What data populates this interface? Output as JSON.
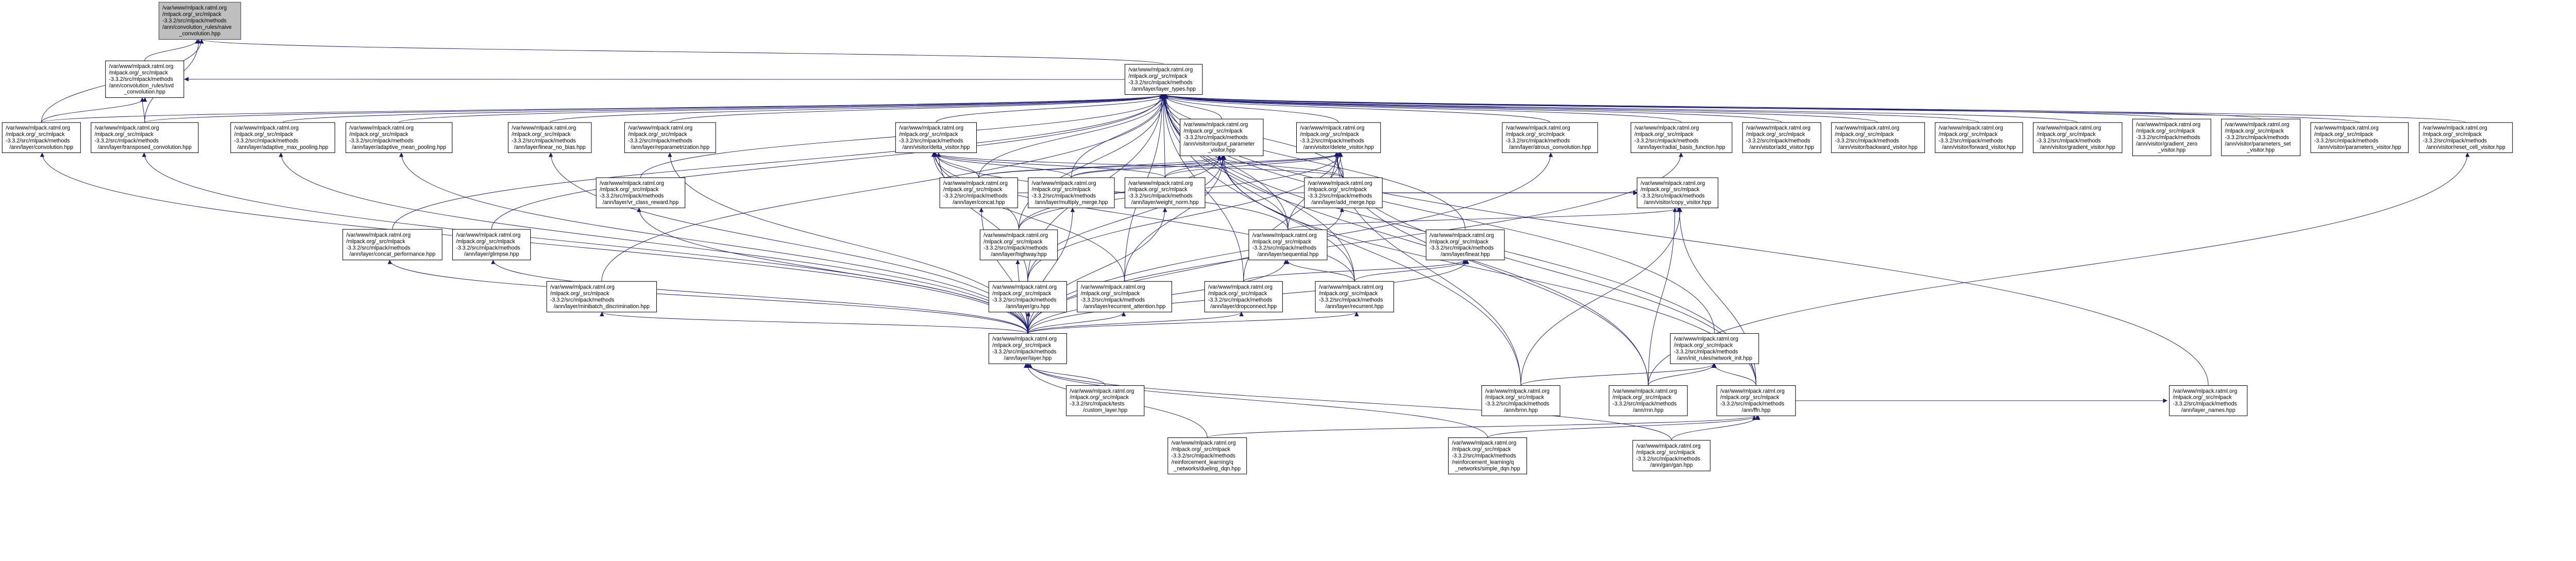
{
  "graph": {
    "kind": "included-by dependency graph",
    "colors": {
      "edge": "#191970",
      "node_border": "#000000",
      "node_fill": "#ffffff",
      "root_fill": "#bfbfbf"
    },
    "nodes": [
      {
        "id": "naive_convolution",
        "root": true,
        "lines": [
          "/var/www/mlpack.ratml.org",
          "/mlpack.org/_src/mlpack",
          "-3.3.2/src/mlpack/methods",
          "/ann/convolution_rules/naive",
          "_convolution.hpp"
        ]
      },
      {
        "id": "svd_convolution",
        "lines": [
          "/var/www/mlpack.ratml.org",
          "/mlpack.org/_src/mlpack",
          "-3.3.2/src/mlpack/methods",
          "/ann/convolution_rules/svd",
          "_convolution.hpp"
        ]
      },
      {
        "id": "layer_types",
        "lines": [
          "/var/www/mlpack.ratml.org",
          "/mlpack.org/_src/mlpack",
          "-3.3.2/src/mlpack/methods",
          "/ann/layer/layer_types.hpp"
        ]
      },
      {
        "id": "convolution",
        "lines": [
          "/var/www/mlpack.ratml.org",
          "/mlpack.org/_src/mlpack",
          "-3.3.2/src/mlpack/methods",
          "/ann/layer/convolution.hpp"
        ]
      },
      {
        "id": "transposed_convolution",
        "lines": [
          "/var/www/mlpack.ratml.org",
          "/mlpack.org/_src/mlpack",
          "-3.3.2/src/mlpack/methods",
          "/ann/layer/transposed_convolution.hpp"
        ]
      },
      {
        "id": "adaptive_max_pooling",
        "lines": [
          "/var/www/mlpack.ratml.org",
          "/mlpack.org/_src/mlpack",
          "-3.3.2/src/mlpack/methods",
          "/ann/layer/adaptive_max_pooling.hpp"
        ]
      },
      {
        "id": "adaptive_mean_pooling",
        "lines": [
          "/var/www/mlpack.ratml.org",
          "/mlpack.org/_src/mlpack",
          "-3.3.2/src/mlpack/methods",
          "/ann/layer/adaptive_mean_pooling.hpp"
        ]
      },
      {
        "id": "linear_no_bias",
        "lines": [
          "/var/www/mlpack.ratml.org",
          "/mlpack.org/_src/mlpack",
          "-3.3.2/src/mlpack/methods",
          "/ann/layer/linear_no_bias.hpp"
        ]
      },
      {
        "id": "reparametrization",
        "lines": [
          "/var/www/mlpack.ratml.org",
          "/mlpack.org/_src/mlpack",
          "-3.3.2/src/mlpack/methods",
          "/ann/layer/reparametrization.hpp"
        ]
      },
      {
        "id": "delta_visitor",
        "lines": [
          "/var/www/mlpack.ratml.org",
          "/mlpack.org/_src/mlpack",
          "-3.3.2/src/mlpack/methods",
          "/ann/visitor/delta_visitor.hpp"
        ]
      },
      {
        "id": "output_parameter_visitor",
        "lines": [
          "/var/www/mlpack.ratml.org",
          "/mlpack.org/_src/mlpack",
          "-3.3.2/src/mlpack/methods",
          "/ann/visitor/output_parameter",
          "_visitor.hpp"
        ]
      },
      {
        "id": "delete_visitor",
        "lines": [
          "/var/www/mlpack.ratml.org",
          "/mlpack.org/_src/mlpack",
          "-3.3.2/src/mlpack/methods",
          "/ann/visitor/delete_visitor.hpp"
        ]
      },
      {
        "id": "atrous_convolution",
        "lines": [
          "/var/www/mlpack.ratml.org",
          "/mlpack.org/_src/mlpack",
          "-3.3.2/src/mlpack/methods",
          "/ann/layer/atrous_convolution.hpp"
        ]
      },
      {
        "id": "radial_basis_function",
        "lines": [
          "/var/www/mlpack.ratml.org",
          "/mlpack.org/_src/mlpack",
          "-3.3.2/src/mlpack/methods",
          "/ann/layer/radial_basis_function.hpp"
        ]
      },
      {
        "id": "add_visitor",
        "lines": [
          "/var/www/mlpack.ratml.org",
          "/mlpack.org/_src/mlpack",
          "-3.3.2/src/mlpack/methods",
          "/ann/visitor/add_visitor.hpp"
        ]
      },
      {
        "id": "backward_visitor",
        "lines": [
          "/var/www/mlpack.ratml.org",
          "/mlpack.org/_src/mlpack",
          "-3.3.2/src/mlpack/methods",
          "/ann/visitor/backward_visitor.hpp"
        ]
      },
      {
        "id": "forward_visitor",
        "lines": [
          "/var/www/mlpack.ratml.org",
          "/mlpack.org/_src/mlpack",
          "-3.3.2/src/mlpack/methods",
          "/ann/visitor/forward_visitor.hpp"
        ]
      },
      {
        "id": "gradient_visitor",
        "lines": [
          "/var/www/mlpack.ratml.org",
          "/mlpack.org/_src/mlpack",
          "-3.3.2/src/mlpack/methods",
          "/ann/visitor/gradient_visitor.hpp"
        ]
      },
      {
        "id": "gradient_zero_visitor",
        "lines": [
          "/var/www/mlpack.ratml.org",
          "/mlpack.org/_src/mlpack",
          "-3.3.2/src/mlpack/methods",
          "/ann/visitor/gradient_zero",
          "_visitor.hpp"
        ]
      },
      {
        "id": "parameters_set_visitor",
        "lines": [
          "/var/www/mlpack.ratml.org",
          "/mlpack.org/_src/mlpack",
          "-3.3.2/src/mlpack/methods",
          "/ann/visitor/parameters_set",
          "_visitor.hpp"
        ]
      },
      {
        "id": "parameters_visitor",
        "lines": [
          "/var/www/mlpack.ratml.org",
          "/mlpack.org/_src/mlpack",
          "-3.3.2/src/mlpack/methods",
          "/ann/visitor/parameters_visitor.hpp"
        ]
      },
      {
        "id": "reset_cell_visitor",
        "lines": [
          "/var/www/mlpack.ratml.org",
          "/mlpack.org/_src/mlpack",
          "-3.3.2/src/mlpack/methods",
          "/ann/visitor/reset_cell_visitor.hpp"
        ]
      },
      {
        "id": "vr_class_reward",
        "lines": [
          "/var/www/mlpack.ratml.org",
          "/mlpack.org/_src/mlpack",
          "-3.3.2/src/mlpack/methods",
          "/ann/layer/vr_class_reward.hpp"
        ]
      },
      {
        "id": "concat",
        "lines": [
          "/var/www/mlpack.ratml.org",
          "/mlpack.org/_src/mlpack",
          "-3.3.2/src/mlpack/methods",
          "/ann/layer/concat.hpp"
        ]
      },
      {
        "id": "multiply_merge",
        "lines": [
          "/var/www/mlpack.ratml.org",
          "/mlpack.org/_src/mlpack",
          "-3.3.2/src/mlpack/methods",
          "/ann/layer/multiply_merge.hpp"
        ]
      },
      {
        "id": "weight_norm",
        "lines": [
          "/var/www/mlpack.ratml.org",
          "/mlpack.org/_src/mlpack",
          "-3.3.2/src/mlpack/methods",
          "/ann/layer/weight_norm.hpp"
        ]
      },
      {
        "id": "add_merge",
        "lines": [
          "/var/www/mlpack.ratml.org",
          "/mlpack.org/_src/mlpack",
          "-3.3.2/src/mlpack/methods",
          "/ann/layer/add_merge.hpp"
        ]
      },
      {
        "id": "copy_visitor",
        "lines": [
          "/var/www/mlpack.ratml.org",
          "/mlpack.org/_src/mlpack",
          "-3.3.2/src/mlpack/methods",
          "/ann/visitor/copy_visitor.hpp"
        ]
      },
      {
        "id": "concat_performance",
        "lines": [
          "/var/www/mlpack.ratml.org",
          "/mlpack.org/_src/mlpack",
          "-3.3.2/src/mlpack/methods",
          "/ann/layer/concat_performance.hpp"
        ]
      },
      {
        "id": "glimpse",
        "lines": [
          "/var/www/mlpack.ratml.org",
          "/mlpack.org/_src/mlpack",
          "-3.3.2/src/mlpack/methods",
          "/ann/layer/glimpse.hpp"
        ]
      },
      {
        "id": "highway",
        "lines": [
          "/var/www/mlpack.ratml.org",
          "/mlpack.org/_src/mlpack",
          "-3.3.2/src/mlpack/methods",
          "/ann/layer/highway.hpp"
        ]
      },
      {
        "id": "sequential",
        "lines": [
          "/var/www/mlpack.ratml.org",
          "/mlpack.org/_src/mlpack",
          "-3.3.2/src/mlpack/methods",
          "/ann/layer/sequential.hpp"
        ]
      },
      {
        "id": "linear",
        "lines": [
          "/var/www/mlpack.ratml.org",
          "/mlpack.org/_src/mlpack",
          "-3.3.2/src/mlpack/methods",
          "/ann/layer/linear.hpp"
        ]
      },
      {
        "id": "minibatch_discrimination",
        "lines": [
          "/var/www/mlpack.ratml.org",
          "/mlpack.org/_src/mlpack",
          "-3.3.2/src/mlpack/methods",
          "/ann/layer/minibatch_discrimination.hpp"
        ]
      },
      {
        "id": "gru",
        "lines": [
          "/var/www/mlpack.ratml.org",
          "/mlpack.org/_src/mlpack",
          "-3.3.2/src/mlpack/methods",
          "/ann/layer/gru.hpp"
        ]
      },
      {
        "id": "recurrent_attention",
        "lines": [
          "/var/www/mlpack.ratml.org",
          "/mlpack.org/_src/mlpack",
          "-3.3.2/src/mlpack/methods",
          "/ann/layer/recurrent_attention.hpp"
        ]
      },
      {
        "id": "dropconnect",
        "lines": [
          "/var/www/mlpack.ratml.org",
          "/mlpack.org/_src/mlpack",
          "-3.3.2/src/mlpack/methods",
          "/ann/layer/dropconnect.hpp"
        ]
      },
      {
        "id": "recurrent",
        "lines": [
          "/var/www/mlpack.ratml.org",
          "/mlpack.org/_src/mlpack",
          "-3.3.2/src/mlpack/methods",
          "/ann/layer/recurrent.hpp"
        ]
      },
      {
        "id": "layer",
        "lines": [
          "/var/www/mlpack.ratml.org",
          "/mlpack.org/_src/mlpack",
          "-3.3.2/src/mlpack/methods",
          "/ann/layer/layer.hpp"
        ]
      },
      {
        "id": "network_init",
        "lines": [
          "/var/www/mlpack.ratml.org",
          "/mlpack.org/_src/mlpack",
          "-3.3.2/src/mlpack/methods",
          "/ann/init_rules/network_init.hpp"
        ]
      },
      {
        "id": "custom_layer",
        "lines": [
          "/var/www/mlpack.ratml.org",
          "/mlpack.org/_src/mlpack",
          "-3.3.2/src/mlpack/tests",
          "/custom_layer.hpp"
        ]
      },
      {
        "id": "brnn",
        "lines": [
          "/var/www/mlpack.ratml.org",
          "/mlpack.org/_src/mlpack",
          "-3.3.2/src/mlpack/methods",
          "/ann/brnn.hpp"
        ]
      },
      {
        "id": "rnn",
        "lines": [
          "/var/www/mlpack.ratml.org",
          "/mlpack.org/_src/mlpack",
          "-3.3.2/src/mlpack/methods",
          "/ann/rnn.hpp"
        ]
      },
      {
        "id": "ffn",
        "lines": [
          "/var/www/mlpack.ratml.org",
          "/mlpack.org/_src/mlpack",
          "-3.3.2/src/mlpack/methods",
          "/ann/ffn.hpp"
        ]
      },
      {
        "id": "layer_names",
        "lines": [
          "/var/www/mlpack.ratml.org",
          "/mlpack.org/_src/mlpack",
          "-3.3.2/src/mlpack/methods",
          "/ann/layer_names.hpp"
        ]
      },
      {
        "id": "dueling_dqn",
        "lines": [
          "/var/www/mlpack.ratml.org",
          "/mlpack.org/_src/mlpack",
          "-3.3.2/src/mlpack/methods",
          "/reinforcement_learning/q",
          "_networks/dueling_dqn.hpp"
        ]
      },
      {
        "id": "simple_dqn",
        "lines": [
          "/var/www/mlpack.ratml.org",
          "/mlpack.org/_src/mlpack",
          "-3.3.2/src/mlpack/methods",
          "/reinforcement_learning/q",
          "_networks/simple_dqn.hpp"
        ]
      },
      {
        "id": "gan",
        "lines": [
          "/var/www/mlpack.ratml.org",
          "/mlpack.org/_src/mlpack",
          "-3.3.2/src/mlpack/methods",
          "/ann/gan/gan.hpp"
        ]
      }
    ],
    "edges": [
      [
        "svd_convolution",
        "naive_convolution"
      ],
      [
        "convolution",
        "naive_convolution"
      ],
      [
        "convolution",
        "svd_convolution"
      ],
      [
        "transposed_convolution",
        "naive_convolution"
      ],
      [
        "transposed_convolution",
        "svd_convolution"
      ],
      [
        "layer_types",
        "naive_convolution"
      ],
      [
        "layer_types",
        "svd_convolution"
      ],
      [
        "convolution",
        "layer_types"
      ],
      [
        "transposed_convolution",
        "layer_types"
      ],
      [
        "adaptive_max_pooling",
        "layer_types"
      ],
      [
        "adaptive_mean_pooling",
        "layer_types"
      ],
      [
        "linear_no_bias",
        "layer_types"
      ],
      [
        "reparametrization",
        "layer_types"
      ],
      [
        "delta_visitor",
        "layer_types"
      ],
      [
        "output_parameter_visitor",
        "layer_types"
      ],
      [
        "delete_visitor",
        "layer_types"
      ],
      [
        "atrous_convolution",
        "layer_types"
      ],
      [
        "radial_basis_function",
        "layer_types"
      ],
      [
        "add_visitor",
        "layer_types"
      ],
      [
        "backward_visitor",
        "layer_types"
      ],
      [
        "forward_visitor",
        "layer_types"
      ],
      [
        "gradient_visitor",
        "layer_types"
      ],
      [
        "gradient_zero_visitor",
        "layer_types"
      ],
      [
        "parameters_set_visitor",
        "layer_types"
      ],
      [
        "parameters_visitor",
        "layer_types"
      ],
      [
        "reset_cell_visitor",
        "layer_types"
      ],
      [
        "vr_class_reward",
        "layer_types"
      ],
      [
        "concat",
        "layer_types"
      ],
      [
        "concat",
        "delta_visitor"
      ],
      [
        "concat",
        "output_parameter_visitor"
      ],
      [
        "concat",
        "delete_visitor"
      ],
      [
        "concat",
        "copy_visitor"
      ],
      [
        "multiply_merge",
        "layer_types"
      ],
      [
        "multiply_merge",
        "delta_visitor"
      ],
      [
        "multiply_merge",
        "output_parameter_visitor"
      ],
      [
        "multiply_merge",
        "delete_visitor"
      ],
      [
        "weight_norm",
        "layer_types"
      ],
      [
        "weight_norm",
        "delta_visitor"
      ],
      [
        "weight_norm",
        "output_parameter_visitor"
      ],
      [
        "weight_norm",
        "delete_visitor"
      ],
      [
        "add_merge",
        "layer_types"
      ],
      [
        "add_merge",
        "delta_visitor"
      ],
      [
        "add_merge",
        "output_parameter_visitor"
      ],
      [
        "add_merge",
        "delete_visitor"
      ],
      [
        "add_merge",
        "copy_visitor"
      ],
      [
        "concat_performance",
        "layer_types"
      ],
      [
        "glimpse",
        "layer_types"
      ],
      [
        "minibatch_discrimination",
        "layer_types"
      ],
      [
        "highway",
        "layer_types"
      ],
      [
        "highway",
        "delta_visitor"
      ],
      [
        "highway",
        "output_parameter_visitor"
      ],
      [
        "highway",
        "delete_visitor"
      ],
      [
        "sequential",
        "layer_types"
      ],
      [
        "sequential",
        "delta_visitor"
      ],
      [
        "sequential",
        "output_parameter_visitor"
      ],
      [
        "sequential",
        "delete_visitor"
      ],
      [
        "sequential",
        "copy_visitor"
      ],
      [
        "linear",
        "layer_types"
      ],
      [
        "gru",
        "layer_types"
      ],
      [
        "gru",
        "delta_visitor"
      ],
      [
        "gru",
        "output_parameter_visitor"
      ],
      [
        "gru",
        "delete_visitor"
      ],
      [
        "recurrent_attention",
        "layer_types"
      ],
      [
        "recurrent_attention",
        "delta_visitor"
      ],
      [
        "recurrent_attention",
        "output_parameter_visitor"
      ],
      [
        "dropconnect",
        "layer_types"
      ],
      [
        "dropconnect",
        "linear"
      ],
      [
        "dropconnect",
        "delete_visitor"
      ],
      [
        "recurrent",
        "layer_types"
      ],
      [
        "recurrent",
        "linear"
      ],
      [
        "recurrent",
        "sequential"
      ],
      [
        "recurrent",
        "delta_visitor"
      ],
      [
        "recurrent",
        "output_parameter_visitor"
      ],
      [
        "layer",
        "convolution"
      ],
      [
        "layer",
        "transposed_convolution"
      ],
      [
        "layer",
        "adaptive_max_pooling"
      ],
      [
        "layer",
        "adaptive_mean_pooling"
      ],
      [
        "layer",
        "linear_no_bias"
      ],
      [
        "layer",
        "reparametrization"
      ],
      [
        "layer",
        "vr_class_reward"
      ],
      [
        "layer",
        "concat"
      ],
      [
        "layer",
        "multiply_merge"
      ],
      [
        "layer",
        "weight_norm"
      ],
      [
        "layer",
        "add_merge"
      ],
      [
        "layer",
        "concat_performance"
      ],
      [
        "layer",
        "glimpse"
      ],
      [
        "layer",
        "minibatch_discrimination"
      ],
      [
        "layer",
        "highway"
      ],
      [
        "layer",
        "sequential"
      ],
      [
        "layer",
        "linear"
      ],
      [
        "layer",
        "gru"
      ],
      [
        "layer",
        "recurrent_attention"
      ],
      [
        "layer",
        "dropconnect"
      ],
      [
        "layer",
        "recurrent"
      ],
      [
        "layer",
        "atrous_convolution"
      ],
      [
        "layer",
        "radial_basis_function"
      ],
      [
        "custom_layer",
        "layer"
      ],
      [
        "network_init",
        "layer_types"
      ],
      [
        "brnn",
        "layer_types"
      ],
      [
        "brnn",
        "network_init"
      ],
      [
        "brnn",
        "delete_visitor"
      ],
      [
        "brnn",
        "copy_visitor"
      ],
      [
        "rnn",
        "layer_types"
      ],
      [
        "rnn",
        "network_init"
      ],
      [
        "rnn",
        "delete_visitor"
      ],
      [
        "rnn",
        "copy_visitor"
      ],
      [
        "rnn",
        "reset_cell_visitor"
      ],
      [
        "ffn",
        "layer_types"
      ],
      [
        "ffn",
        "network_init"
      ],
      [
        "ffn",
        "delete_visitor"
      ],
      [
        "ffn",
        "copy_visitor"
      ],
      [
        "ffn",
        "output_parameter_visitor"
      ],
      [
        "layer_names",
        "layer_types"
      ],
      [
        "ffn",
        "layer_names"
      ],
      [
        "gan",
        "ffn"
      ],
      [
        "gan",
        "layer"
      ],
      [
        "dueling_dqn",
        "layer"
      ],
      [
        "dueling_dqn",
        "ffn"
      ],
      [
        "simple_dqn",
        "layer"
      ],
      [
        "simple_dqn",
        "ffn"
      ]
    ]
  }
}
